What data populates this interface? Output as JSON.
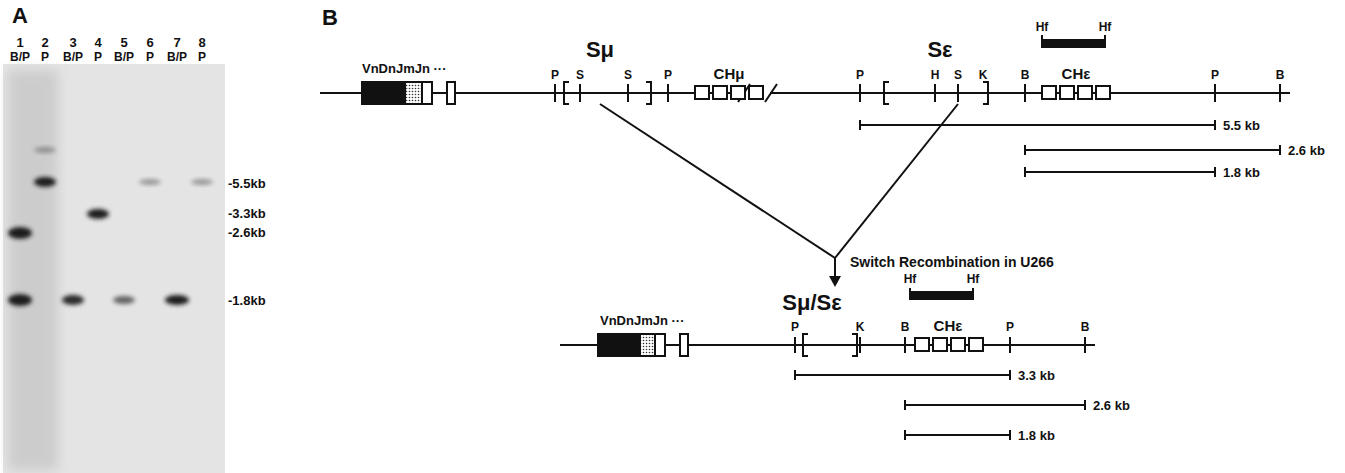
{
  "diagram": {
    "labels": [
      "A",
      "1",
      "2",
      "3",
      "4",
      "5",
      "6",
      "7",
      "8",
      "B/P",
      "P",
      "B/P",
      "P",
      "B/P",
      "P",
      "B/P",
      "P",
      "-5.5kb",
      "-3.3kb",
      "-2.6kb",
      "-1.8kb",
      "B",
      "VnDnJmJn ···",
      "P",
      "S",
      "S",
      "Sμ",
      "P",
      "CHμ",
      "P",
      "H",
      "S",
      "K",
      "Sε",
      "B",
      "CHε",
      "P",
      "B",
      "Hf",
      "Hf",
      "5.5 kb",
      "2.6 kb",
      "1.8 kb",
      "Switch Recombination in U266",
      "VnDnJmJn ···",
      "P",
      "Sμ/Sε",
      "K",
      "B",
      "CHε",
      "P",
      "B",
      "Hf",
      "Hf",
      "3.3 kb",
      "2.6 kb",
      "1.8 kb"
    ]
  }
}
